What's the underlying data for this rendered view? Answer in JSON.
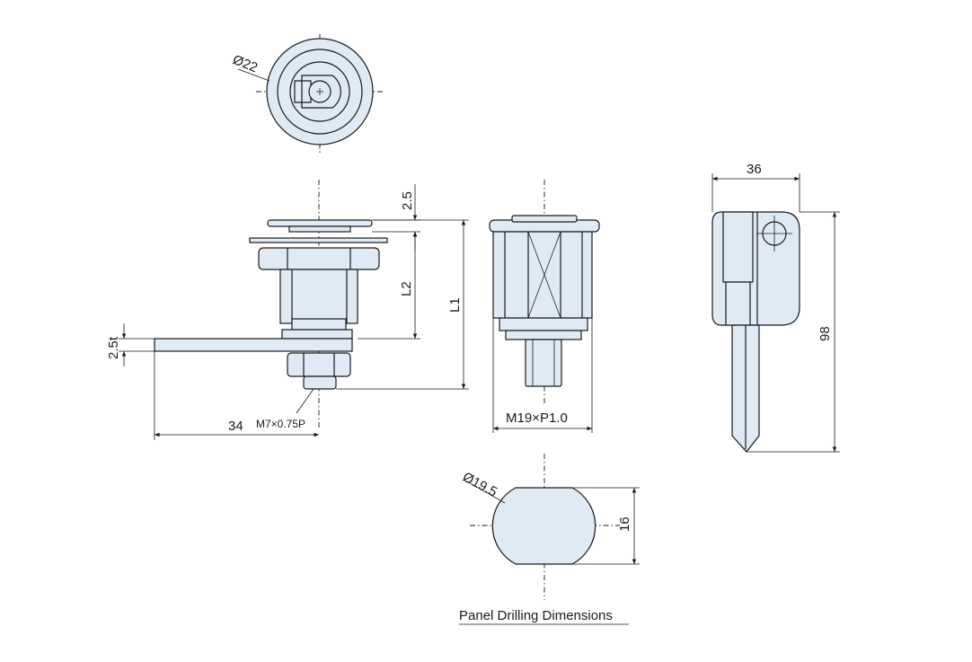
{
  "dimensions": {
    "top_view_diameter": "Ø22",
    "t_top": "2.5",
    "l2": "L2",
    "l1": "L1",
    "plate_thickness": "2.5t",
    "cam_length": "34",
    "screw_thread": "M7×0.75P",
    "body_thread": "M19×P1.0",
    "key_width": "36",
    "key_length": "98",
    "hole_diameter": "Ø19.5",
    "hole_flat": "16"
  },
  "caption": "Panel Drilling Dimensions",
  "colors": {
    "part_fill": "#dfeaf5",
    "line": "#1a1a1a"
  }
}
